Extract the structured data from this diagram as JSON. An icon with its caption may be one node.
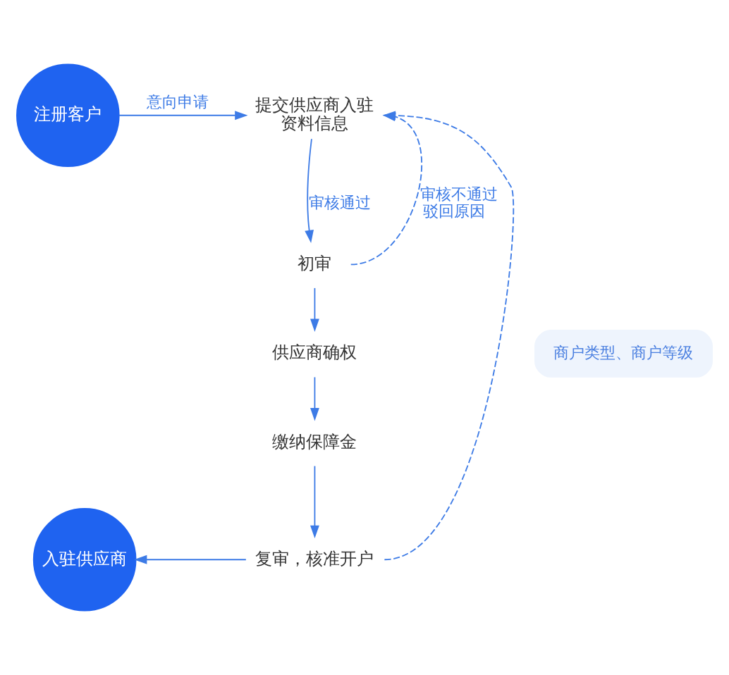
{
  "diagram": {
    "nodes": [
      {
        "text": [
          "注册客户"
        ]
      },
      {
        "text": [
          "提交供应商入驻资料信息"
        ]
      },
      {
        "text": [
          "初审"
        ]
      },
      {
        "text": [
          "商户类型、商户等级"
        ]
      },
      {
        "text": [
          "供应商确权"
        ]
      },
      {
        "text": [
          "缴纳保障金"
        ]
      },
      {
        "text": [
          "复审，核准开户"
        ]
      },
      {
        "text": [
          "入驻供应商"
        ]
      }
    ],
    "edges": [
      {
        "from": 0,
        "to": 1,
        "arrow": "to",
        "label": "意向申请"
      },
      {
        "from": 1,
        "to": 2,
        "arrow": "to",
        "label": "审核通过"
      },
      {
        "from": 2,
        "to": 4,
        "arrow": "to"
      },
      {
        "from": 4,
        "to": 5,
        "arrow": "to"
      },
      {
        "from": 5,
        "to": 6,
        "arrow": "to"
      },
      {
        "from": 6,
        "to": 7,
        "arrow": "to"
      },
      {
        "from": 2,
        "to": 1,
        "arrow": "to",
        "style": "dashed",
        "label": "审核不通过驳回原因"
      },
      {
        "from": 6,
        "to": 1,
        "arrow": "to",
        "style": "dashed"
      }
    ]
  }
}
